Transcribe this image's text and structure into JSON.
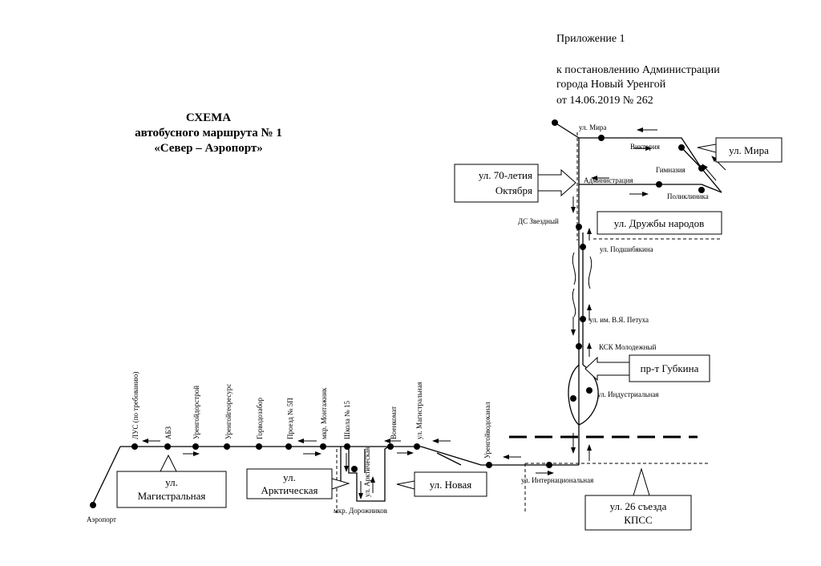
{
  "header": {
    "line1": "Приложение 1",
    "line2": "к постановлению Администрации",
    "line3": "города Новый Уренгой",
    "line4": "от 14.06.2019 № 262"
  },
  "title": {
    "line1": "СХЕМА",
    "line2": "автобусного маршрута № 1",
    "line3": "«Север – Аэропорт»"
  },
  "stops": {
    "ul_mira": "ул. Мира",
    "viktoriya": "Виктория",
    "gimnaziya": "Гимназия",
    "administratsiya": "Администрация",
    "poliklinika": "Поликлиника",
    "ds_zvezdny": "ДС Звездный",
    "ul_podshibyakina": "ул. Подшибякина",
    "ul_petukha": "ул. им. В.Я. Петуха",
    "ksk_molodezhny": "КСК Молодежный",
    "ul_industrialnaya": "ул. Индустриальная",
    "ul_internatsionalnaya": "ул. Интернациональная",
    "urengoyvodokanal": "Уренгойводоканал",
    "ul_magistralnaya": "ул. Магистральная",
    "voenkomat": "Военкомат",
    "ul_arkticheskaya": "ул. Арктическая",
    "mkr_dorozhnikov": "мкр. Дорожников",
    "shkola15": "Школа № 15",
    "mkr_montazhnik": "мкр. Монтажник",
    "proezd5p": "Проезд № 5П",
    "gorvodozabor": "Горводозабор",
    "urengoygeoresurs": "Уренгойгеоресурс",
    "urengoydorstroy": "Уренгойдорстрой",
    "abz": "АБЗ",
    "lus": "ЛУС (по требованию)",
    "aeroport": "Аэропорт"
  },
  "boxes": {
    "ul_mira": "ул. Мира",
    "oktyabrya_1": "ул. 70-летия",
    "oktyabrya_2": "Октября",
    "druzhby": "ул. Дружбы народов",
    "gubkina": "пр-т Губкина",
    "kpss_1": "ул. 26 съезда",
    "kpss_2": "КПСС",
    "novaya": "ул. Новая",
    "arkticheskaya": "ул.\nАрктическая",
    "arkt_1": "ул.",
    "arkt_2": "Арктическая",
    "magistr_1": "ул.",
    "magistr_2": "Магистральная"
  },
  "colors": {
    "ink": "#000000",
    "paper": "#ffffff"
  }
}
